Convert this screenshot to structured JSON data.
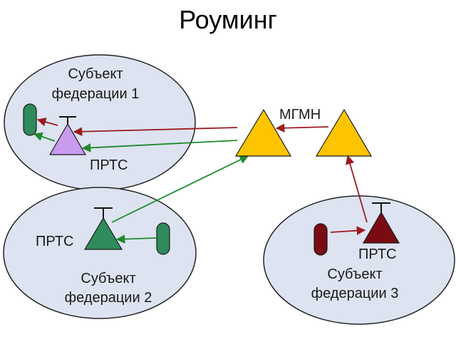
{
  "title": "Роуминг",
  "regions": {
    "r1": {
      "line1": "Субъект",
      "line2": "федерации 1"
    },
    "r2": {
      "line1": "Субъект",
      "line2": "федерации 2"
    },
    "r3": {
      "line1": "Субъект",
      "line2": "федерации 3"
    }
  },
  "nodes": {
    "prts1": "ПРТС",
    "prts2": "ПРТС",
    "prts3": "ПРТС",
    "mgmn": "МГМН"
  },
  "colors": {
    "background": "#ffffff",
    "region_fill": "#dde3f0",
    "mgmn": "#ffc400",
    "prts1": "#c89bee",
    "region1_phone": "#2f8a5c",
    "region2_green": "#2f8a5c",
    "region3_darkred": "#7a0b12",
    "arrow_red": "#9b1b1f",
    "arrow_green": "#1e8a2a"
  }
}
